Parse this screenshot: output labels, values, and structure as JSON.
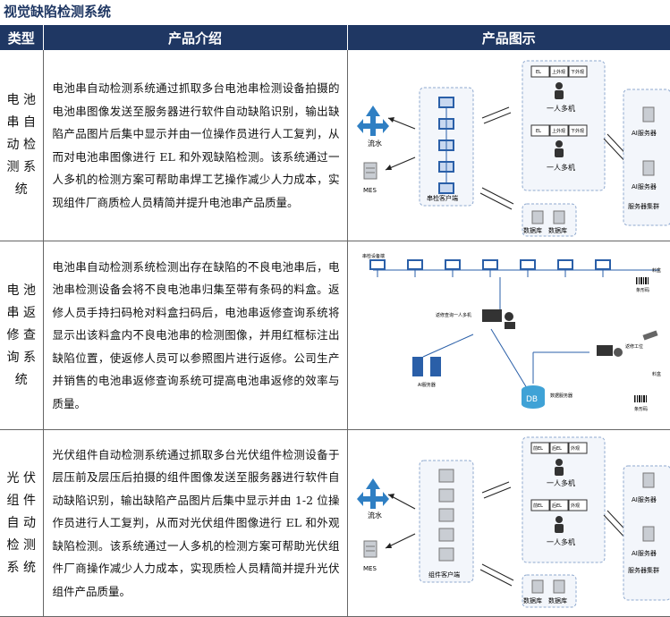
{
  "title": "视觉缺陷检测系统",
  "header": {
    "type": "类型",
    "intro": "产品介绍",
    "figure": "产品图示"
  },
  "rows": [
    {
      "type_lines": [
        "电 池",
        "串 自",
        "动 检",
        "测 系",
        "统"
      ],
      "description": "电池串自动检测系统通过抓取多台电池串检测设备拍摄的电池串图像发送至服务器进行软件自动缺陷识别，输出缺陷产品图片后集中显示并由一位操作员进行人工复判，从而对电池串图像进行 EL 和外观缺陷检测。该系统通过一人多机的检测方案可帮助串焊工艺操作减少人力成本，实现组件厂商质检人员精简并提升电池串产品质量。",
      "figure": {
        "left_top": "流水",
        "left_bottom": "MES",
        "client": "串检客户端",
        "operator1": "一人多机",
        "operator2": "一人多机",
        "db1": "数据库",
        "db2": "数据库",
        "server1": "AI服务器",
        "server2": "AI服务器",
        "cluster": "服务器集群",
        "screen_labels": [
          "EL",
          "上外观",
          "下外观"
        ]
      }
    },
    {
      "type_lines": [
        "电 池",
        "串 返",
        "修 查",
        "询 系",
        "统"
      ],
      "description": "电池串自动检测系统检测出存在缺陷的不良电池串后，电池串检测设备会将不良电池串归集至带有条码的料盒。返修人员手持扫码枪对料盒扫码后，电池串返修查询系统将显示出该料盒内不良电池串的检测图像，并用红框标注出缺陷位置，使返修人员可以参照图片进行返修。公司生产并销售的电池串返修查询系统可提高电池串返修的效率与质量。",
      "figure": {
        "device_label": "串检设备端",
        "operator": "返修查询一人多机",
        "server": "AI服务器",
        "db": "DB",
        "db_label": "数据服务器",
        "station": "返修工位",
        "scan": "料盒",
        "barcode": "条形码",
        "scan2": "料盒",
        "barcode2": "条形码"
      }
    },
    {
      "type_lines": [
        "光 伏",
        "组 件",
        "自 动",
        "检 测",
        "系 统"
      ],
      "description": "光伏组件自动检测系统通过抓取多台光伏组件检测设备于层压前及层压后拍摄的组件图像发送至服务器进行软件自动缺陷识别，输出缺陷产品图片后集中显示并由 1-2 位操作员进行人工复判，从而对光伏组件图像进行 EL 和外观缺陷检测。该系统通过一人多机的检测方案可帮助光伏组件厂商操作减少人力成本，实现质检人员精简并提升光伏组件产品质量。",
      "figure": {
        "left_top": "流水",
        "left_bottom": "MES",
        "client": "组件客户端",
        "operator1": "一人多机",
        "operator2": "一人多机",
        "db1": "数据库",
        "db2": "数据库",
        "server1": "AI服务器",
        "server2": "AI服务器",
        "cluster": "服务器集群",
        "screen_labels": [
          "前EL",
          "后EL",
          "外观"
        ]
      }
    }
  ]
}
